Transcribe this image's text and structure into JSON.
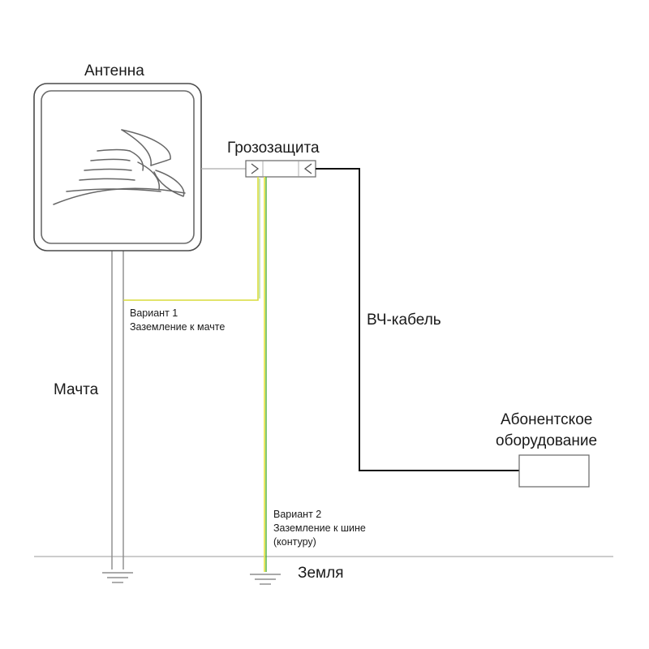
{
  "labels": {
    "antenna": "Антенна",
    "surge_protector": "Грозозащита",
    "mast": "Мачта",
    "rf_cable": "ВЧ-кабель",
    "subscriber_equipment_line1": "Абонентское",
    "subscriber_equipment_line2": "оборудование",
    "ground": "Земля"
  },
  "variant1": {
    "title": "Вариант 1",
    "desc": "Заземление к мачте"
  },
  "variant2": {
    "title": "Вариант 2",
    "desc_line1": "Заземление к шине",
    "desc_line2": "(контуру)"
  },
  "colors": {
    "frame": "#4a4a4a",
    "mast": "#8a8a8a",
    "thin_line": "#aaaaaa",
    "rf_cable": "#111111",
    "ground_wire_yellow": "#e8e23a",
    "ground_wire_green": "#4caf3a"
  },
  "icons": {
    "antenna_logo": "sail-logo-icon",
    "ground": "ground-symbol-icon"
  }
}
